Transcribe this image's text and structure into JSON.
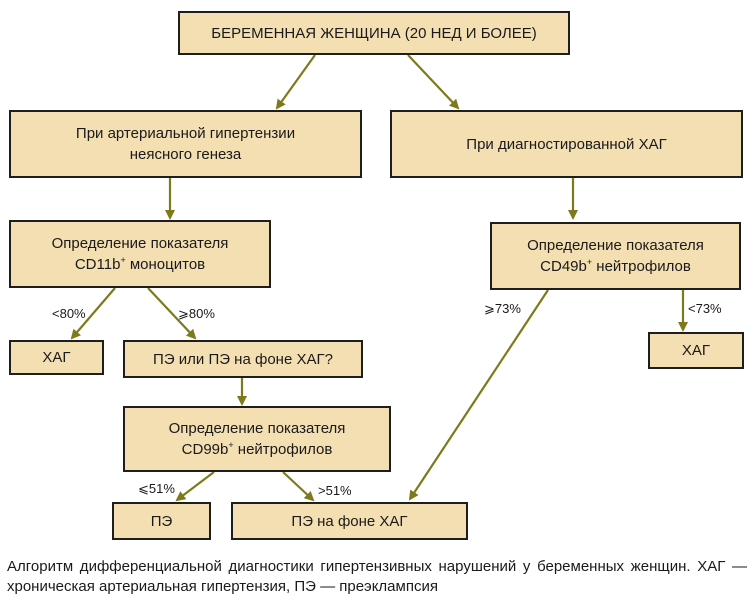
{
  "nodes": {
    "root": "БЕРЕМЕННАЯ ЖЕНЩИНА (20 НЕД И БОЛЕЕ)",
    "left_branch_line1": "При артериальной гипертензии",
    "left_branch_line2": "неясного генеза",
    "right_branch": "При диагностированной ХАГ",
    "cd11b_line1": "Определение показателя",
    "cd11b_marker": "CD11b",
    "cd11b_sup": "+",
    "cd11b_rest": " моноцитов",
    "cd49b_line1": "Определение показателя",
    "cd49b_marker": "CD49b",
    "cd49b_sup": "+",
    "cd49b_rest": " нейтрофилов",
    "hag_left": "ХАГ",
    "pe_or_pe_hag": "ПЭ или ПЭ на фоне ХАГ?",
    "hag_right": "ХАГ",
    "cd99b_line1": "Определение показателя",
    "cd99b_marker": "CD99b",
    "cd99b_sup": "+",
    "cd99b_rest": " нейтрофилов",
    "pe": "ПЭ",
    "pe_on_hag": "ПЭ на фоне ХАГ"
  },
  "edge_labels": {
    "lt80": "<80%",
    "ge80": "⩾80%",
    "ge73": "⩾73%",
    "lt73": "<73%",
    "le51": "⩽51%",
    "gt51": ">51%"
  },
  "caption": {
    "text": "Алгоритм дифференциальной диагностики гипертензивных нарушений у беременных женщин. ХАГ — хроническая артериальная гипертензия, ПЭ — преэклампсия"
  },
  "colors": {
    "box_fill": "#f4dfb3",
    "box_border": "#1e1e1e",
    "arrow": "#7d7a1c"
  }
}
